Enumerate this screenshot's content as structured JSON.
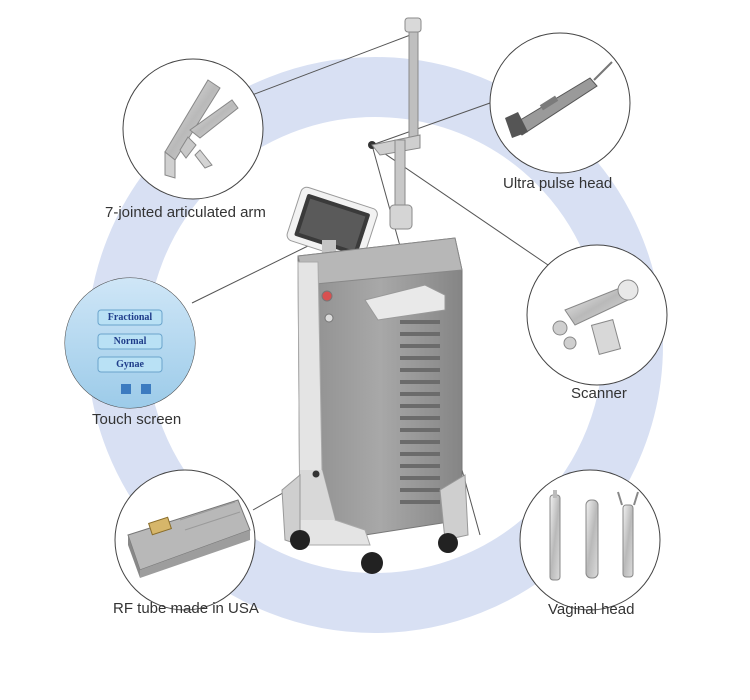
{
  "callouts": [
    {
      "id": "arm",
      "label": "7-jointed articulated arm"
    },
    {
      "id": "pulse",
      "label": "Ultra pulse head"
    },
    {
      "id": "touch",
      "label": "Touch screen"
    },
    {
      "id": "scanner",
      "label": "Scanner"
    },
    {
      "id": "rf",
      "label": "RF tube made in USA"
    },
    {
      "id": "vaginal",
      "label": "Vaginal head"
    }
  ],
  "touch_screen": {
    "buttons": [
      "Fractional",
      "Normal",
      "Gynae"
    ]
  },
  "colors": {
    "ring": "#d8e0f3",
    "machine_body": "#9a9a9a",
    "machine_light": "#e6e6e6",
    "leader_line": "#555555",
    "circle_border": "#444444"
  }
}
